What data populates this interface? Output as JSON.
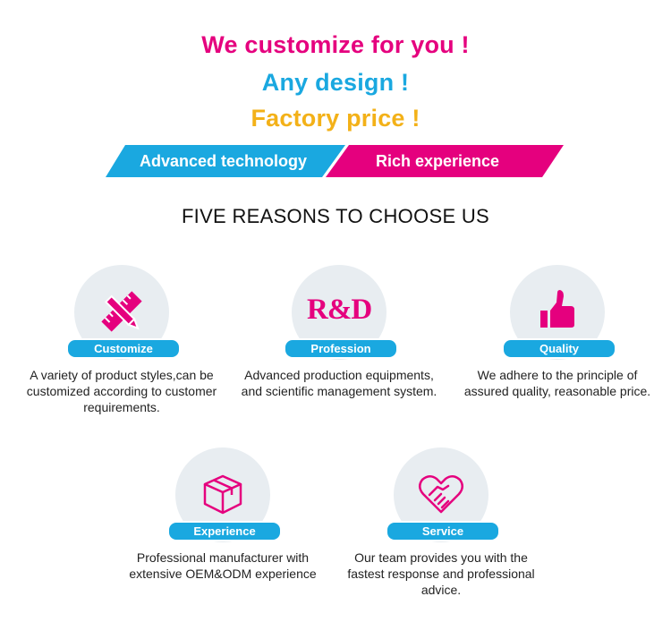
{
  "headlines": {
    "line1": "We customize for you !",
    "line2": "Any design !",
    "line3": "Factory price !"
  },
  "banner": {
    "left": "Advanced technology",
    "right": "Rich experience"
  },
  "section_title": "FIVE REASONS TO CHOOSE US",
  "reasons": [
    {
      "icon": "pencil-ruler-icon",
      "label": "Customize",
      "text": "A variety of product styles,can be customized according to customer requirements."
    },
    {
      "icon": "rd-text-icon",
      "icon_text": "R&D",
      "label": "Profession",
      "text": "Advanced production equipments, and scientific management system."
    },
    {
      "icon": "thumbs-up-icon",
      "label": "Quality",
      "text": "We adhere to the principle of assured quality, reasonable price."
    },
    {
      "icon": "box-icon",
      "label": "Experience",
      "text": "Professional manufacturer with extensive OEM&ODM experience"
    },
    {
      "icon": "heart-handshake-icon",
      "label": "Service",
      "text": "Our team provides you with the fastest response and professional advice."
    }
  ],
  "colors": {
    "magenta": "#e5007e",
    "blue": "#1aa8e0",
    "yellow": "#f3b118",
    "circle_bg": "#e8edf1"
  }
}
